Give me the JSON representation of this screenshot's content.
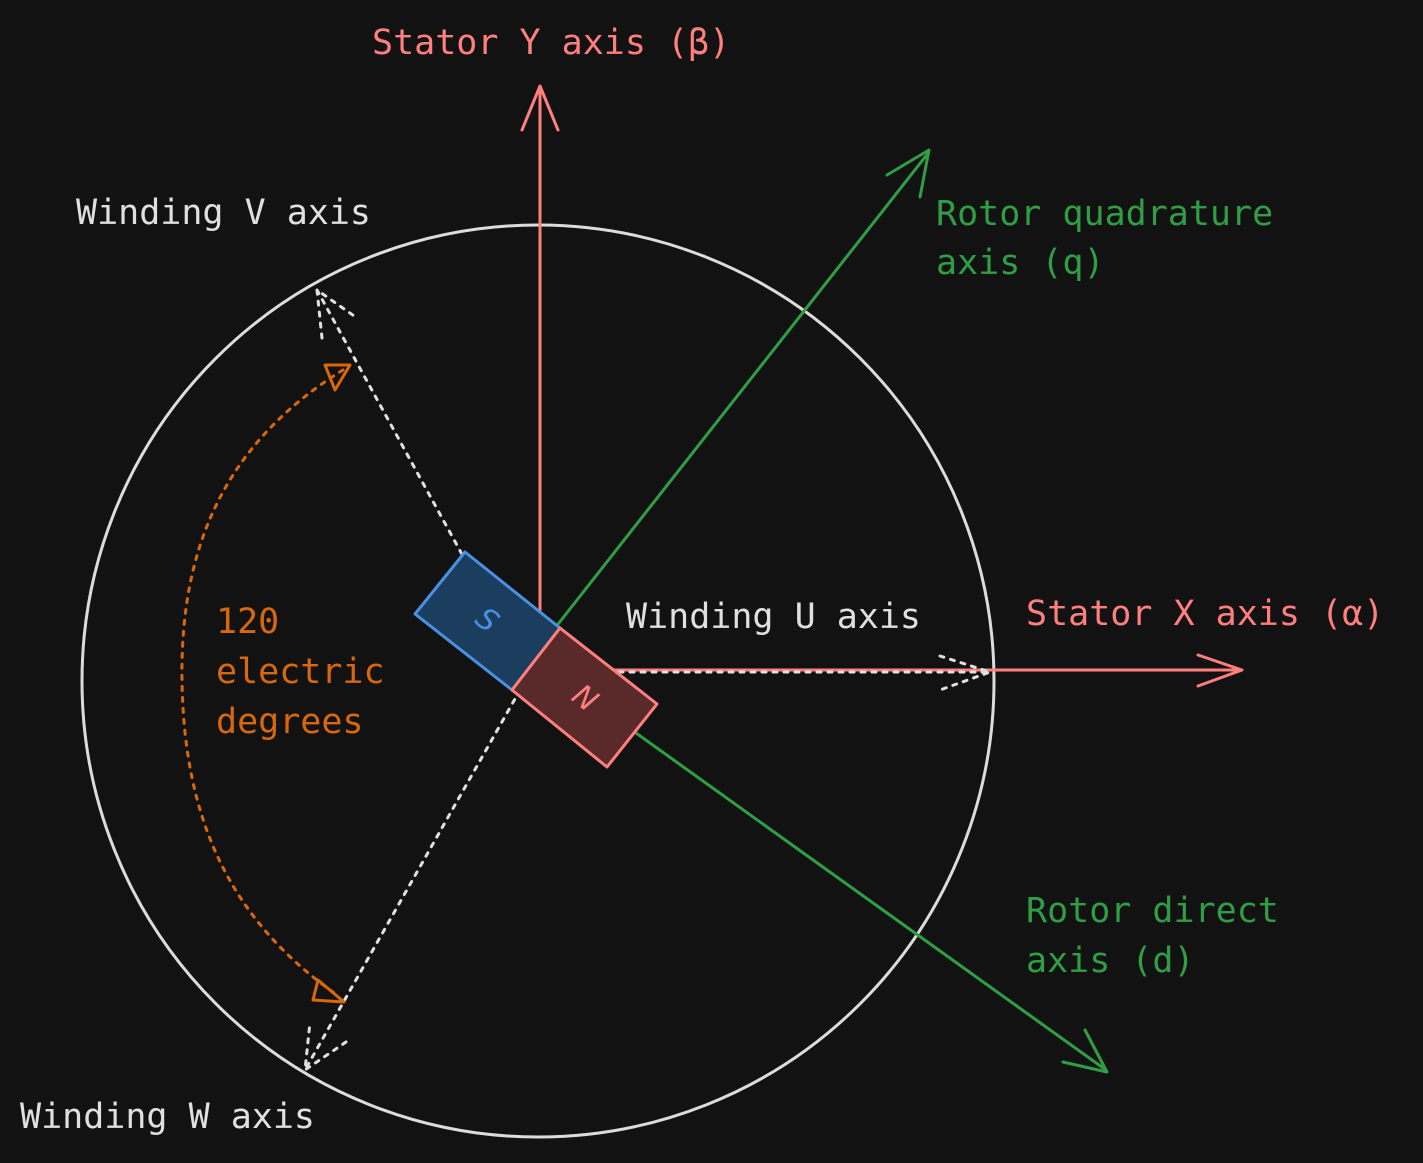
{
  "labels": {
    "stator_y": "Stator Y axis (β)",
    "stator_x": "Stator X axis (α)",
    "rotor_q_line1": "Rotor quadrature",
    "rotor_q_line2": "axis (q)",
    "rotor_d_line1": "Rotor direct",
    "rotor_d_line2": "axis (d)",
    "winding_u": "Winding U axis",
    "winding_v": "Winding V axis",
    "winding_w": "Winding W axis",
    "angle_line1": "120",
    "angle_line2": "electric",
    "angle_line3": "degrees"
  },
  "magnet": {
    "south": "S",
    "north": "N"
  },
  "colors": {
    "background": "#121212",
    "stator_axes": "#ff7f7f",
    "rotor_axes": "#2f9e44",
    "windings": "#e0e0e0",
    "angle_arc": "#d9680a",
    "magnet_south_fill": "#1b3e5e",
    "magnet_south_stroke": "#4a90e2",
    "magnet_north_fill": "#5a2a2a",
    "magnet_north_stroke": "#ff7f7f"
  }
}
